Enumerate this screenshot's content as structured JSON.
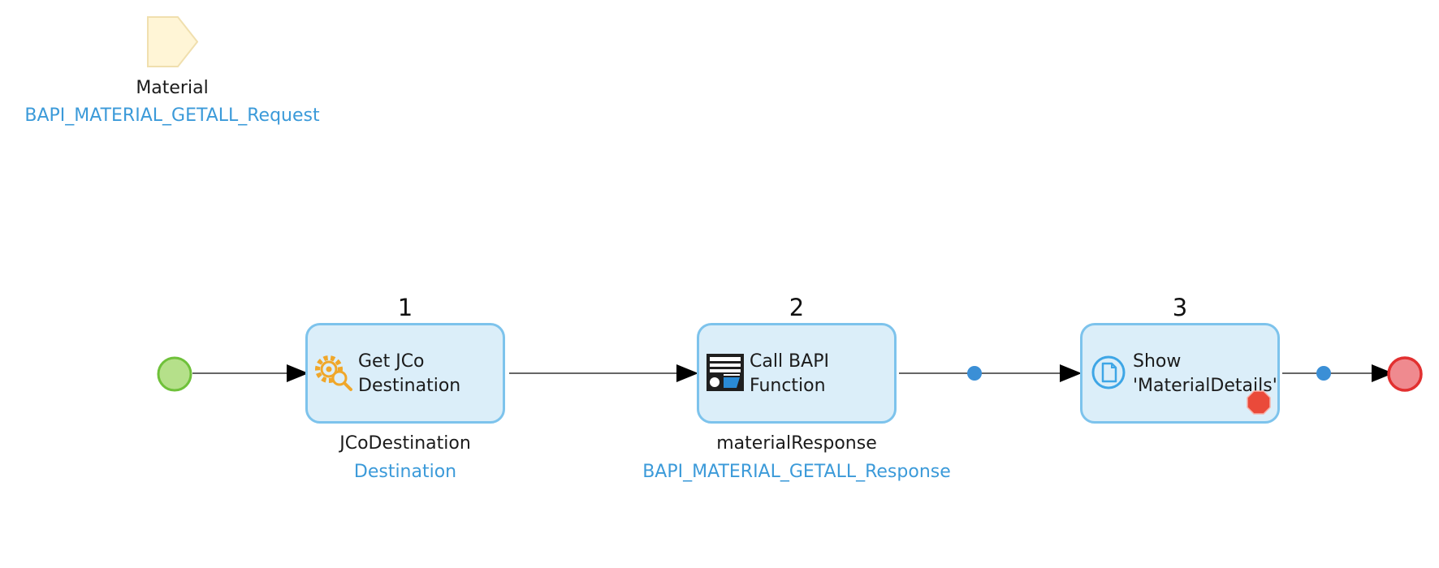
{
  "colors": {
    "activity_fill": "#dbeef9",
    "activity_border": "#7dc3ec",
    "start_event": "#b5e08a",
    "end_event": "#ef8a8f",
    "type_text": "#3b9ad9",
    "flow_line": "#666666",
    "merge_dot": "#3b8fd6",
    "parameter_fill": "#fff5d6"
  },
  "parameter": {
    "name": "Material",
    "type": "BAPI_MATERIAL_GETALL_Request",
    "icon": "parameter-pentagon-icon"
  },
  "start_event": {
    "icon": "start-event-circle"
  },
  "end_event": {
    "icon": "end-event-circle"
  },
  "activities": [
    {
      "number": "1",
      "label_line1": "Get JCo",
      "label_line2": "Destination",
      "icon": "gears-search-icon",
      "output_variable": "JCoDestination",
      "output_type": "Destination"
    },
    {
      "number": "2",
      "label_line1": "Call BAPI",
      "label_line2": "Function",
      "icon": "sap-function-icon",
      "output_variable": "materialResponse",
      "output_type": "BAPI_MATERIAL_GETALL_Response"
    },
    {
      "number": "3",
      "label_line1": "Show",
      "label_line2": "'MaterialDetails'",
      "icon": "show-page-icon",
      "error_badge": "error-octagon-icon"
    }
  ]
}
